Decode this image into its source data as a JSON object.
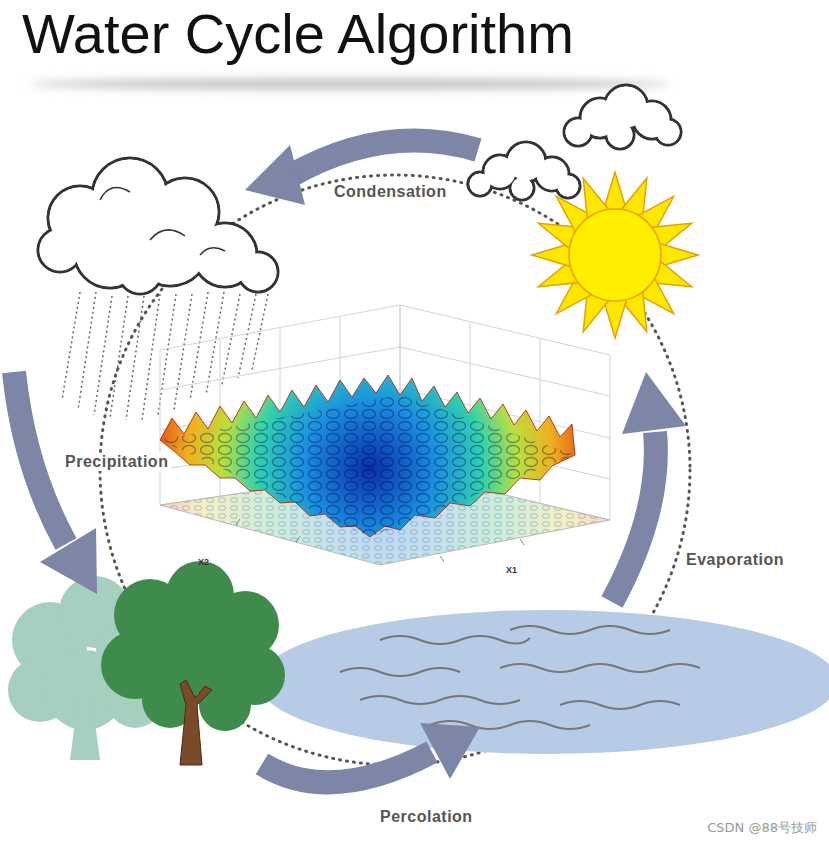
{
  "diagram": {
    "title": "Water Cycle Algorithm",
    "labels": [
      "Condensation",
      "Precipitation",
      "Evaporation",
      "Percolation",
      "X1",
      "X2",
      "CSDN @88号技师"
    ]
  }
}
